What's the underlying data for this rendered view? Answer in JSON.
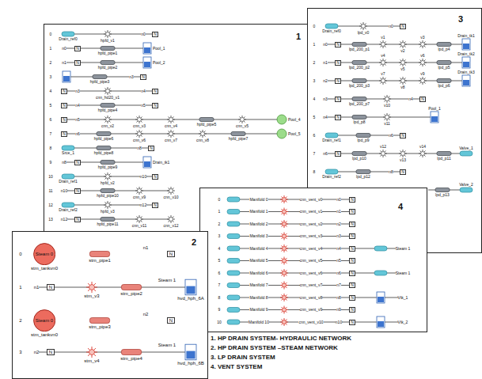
{
  "diagram": {
    "nodes": [
      {
        "text": [
          "1"
        ]
      },
      {
        "text": [
          "N"
        ],
        "in": 0
      },
      {
        "text": [
          "N"
        ],
        "in": 0
      },
      {
        "text": [
          "N"
        ],
        "in": 0
      },
      {
        "text": [
          "N"
        ],
        "in": 0
      },
      {
        "text": [
          "N"
        ],
        "in": 0
      },
      {
        "text": [
          "N"
        ],
        "in": 0
      },
      {
        "text": [
          "N"
        ],
        "in": 0
      },
      {
        "text": [
          "N"
        ],
        "in": 0
      },
      {
        "text": [
          "N"
        ],
        "in": 0
      },
      {
        "text": [
          "N"
        ],
        "in": 0
      },
      {
        "text": [
          "N"
        ],
        "in": 0
      },
      {
        "text": [
          "N"
        ],
        "in": 0
      },
      {
        "text": [
          "N"
        ],
        "in": 0
      },
      {
        "text": [
          "N"
        ],
        "in": 0
      },
      {
        "text": [
          "N"
        ],
        "in": 0
      },
      {
        "text": [
          "N"
        ],
        "in": 0
      },
      {
        "text": [
          "2"
        ]
      },
      {
        "text": [
          "Steam 0"
        ],
        "in": 17
      },
      {
        "text": [
          "N"
        ],
        "in": 17
      },
      {
        "text": [
          "N"
        ],
        "in": 17
      },
      {
        "text": [
          "Steam 0"
        ],
        "in": 17
      },
      {
        "text": [
          "N"
        ],
        "in": 17
      },
      {
        "text": [
          "N"
        ],
        "in": 17
      },
      {
        "text": [
          "3"
        ]
      },
      {
        "text": [
          "N"
        ],
        "in": 24
      },
      {
        "text": [
          "N"
        ],
        "in": 24
      },
      {
        "text": [
          "N"
        ],
        "in": 24
      },
      {
        "text": [
          "N"
        ],
        "in": 24
      },
      {
        "text": [
          "N"
        ],
        "in": 24
      },
      {
        "text": [
          "N"
        ],
        "in": 24
      },
      {
        "text": [
          "N"
        ],
        "in": 24
      },
      {
        "text": [
          "N"
        ],
        "in": 24
      },
      {
        "text": [
          "N"
        ],
        "in": 24
      },
      {
        "text": [
          "N"
        ],
        "in": 24
      },
      {
        "text": [
          "4"
        ]
      },
      {
        "text": [
          "N"
        ],
        "in": 35
      },
      {
        "text": [
          "N"
        ],
        "in": 35
      },
      {
        "text": [
          "N"
        ],
        "in": 35
      },
      {
        "text": [
          "N"
        ],
        "in": 35
      },
      {
        "text": [
          "N"
        ],
        "in": 35
      },
      {
        "text": [
          "N"
        ],
        "in": 35
      },
      {
        "text": [
          "N"
        ],
        "in": 35
      },
      {
        "text": [
          "N"
        ],
        "in": 35
      },
      {
        "text": [
          "N"
        ],
        "in": 35
      },
      {
        "text": [
          "N"
        ],
        "in": 35
      },
      {
        "text": [
          "N"
        ],
        "in": 35
      }
    ],
    "edges": [
      {
        "from": 18,
        "to": 19,
        "arrow": "none"
      },
      {
        "from": 21,
        "to": 22,
        "arrow": "none"
      }
    ],
    "labels": [
      "0",
      "Drain_ref0",
      "hpfd_v1",
      "n0",
      "1",
      "n0",
      "hpfd_pipe1",
      "Pool_1",
      "2",
      "n1",
      "hpfd_pipe2",
      "Pool_2",
      "3",
      "hpfd_pipe3",
      "n3",
      "4",
      "n3",
      "cnn_hd20_v1",
      "n4",
      "5",
      "n4",
      "hpfd_pipe4",
      "n5",
      "6",
      "n5",
      "cnn_v2",
      "cnn_v3",
      "cnn_v4",
      "hpfd_pipe5",
      "cnn_v5",
      "Pool_4",
      "7",
      "n6",
      "hpfd_pipe6",
      "cnn_v6",
      "cnn_v7",
      "cnn_v8",
      "hpfd_pipe7",
      "Pool_5",
      "8",
      "Srce_1",
      "hpfd_pipe8",
      "n8",
      "9",
      "n8",
      "hpfd_pipe9",
      "Drain_tk1",
      "10",
      "Drain_ref1",
      "hpfd_v2",
      "n10",
      "11",
      "n10",
      "hpfd_pipe10",
      "cnn_v9",
      "cnn_v10",
      "12",
      "Drain_ref2",
      "hpfd_v3",
      "n12",
      "13",
      "n12",
      "hpfd_pipe11",
      "cnn_v11",
      "cnn_v12",
      "0",
      "stm_tankvn0",
      "stm_pipe1",
      "n1",
      "1",
      "n1",
      "stm_v3",
      "stm_pipe2",
      "Steam 1",
      "hvd_hph_6A",
      "2",
      "stm_tankvn0",
      "stm_pipe3",
      "n2",
      "3",
      "n2",
      "stm_v4",
      "stm_pipe4",
      "Steam 1",
      "hvd_hph_6B",
      "0",
      "Drain_ref0",
      "lpd_v0",
      "n0",
      "1",
      "n0",
      "lpd_200_p1",
      "v1",
      "v2",
      "v3",
      "lpd_p4",
      "Drain_tk1",
      "2",
      "n1",
      "lpd_200_p2",
      "v4",
      "v5",
      "v6",
      "lpd_p5",
      "Drain_tk2",
      "3",
      "n2",
      "lpd_200_p3",
      "v7",
      "v8",
      "v9",
      "lpd_p6",
      "Drain_tk3",
      "4",
      "n3",
      "lpd_200_p7",
      "v10",
      "n4",
      "5",
      "n4",
      "lpd_p8",
      "v11",
      "Pool_1",
      "6",
      "Drain_ref1",
      "lpd_p9",
      "n6",
      "7",
      "n6",
      "lpd_p10",
      "v12",
      "v13",
      "v14",
      "lpd_p11",
      "Valve_1",
      "8",
      "Drain_ref2",
      "lpd_p12",
      "n8",
      "lpd_p13",
      "Valve_2",
      "0",
      "Manifold 0",
      "cnn_vent_v0",
      "n0",
      "1",
      "Manifold 1",
      "cnn_vent_v1",
      "n1",
      "2",
      "Manifold 2",
      "cnn_vent_v2",
      "n2",
      "3",
      "Manifold 3",
      "cnn_vent_v3",
      "n3",
      "4",
      "Manifold 4",
      "cnn_vent_v4",
      "n4",
      "Steam 1",
      "5",
      "Manifold 5",
      "cnn_vent_v5",
      "n5",
      "6",
      "Manifold 6",
      "cnn_vent_v6",
      "n6",
      "Steam 1",
      "7",
      "Manifold 7",
      "cnn_vent_v7",
      "n7",
      "8",
      "Manifold 8",
      "cnn_vent_v8",
      "n8",
      "Vtk_1",
      "9",
      "Manifold 9",
      "cnn_vent_v9",
      "n9",
      "10",
      "Manifold 10",
      "cnn_vent_v10",
      "n10",
      "Vtk_2",
      "1. HP DRAIN SYSTEM- HYDRAULIC NETWORK",
      "2. HP DRAIN SYSTEM –STEAM NETWORK",
      "3. LP DRAIN SYSTEM",
      "4. VENT SYSTEM"
    ]
  }
}
